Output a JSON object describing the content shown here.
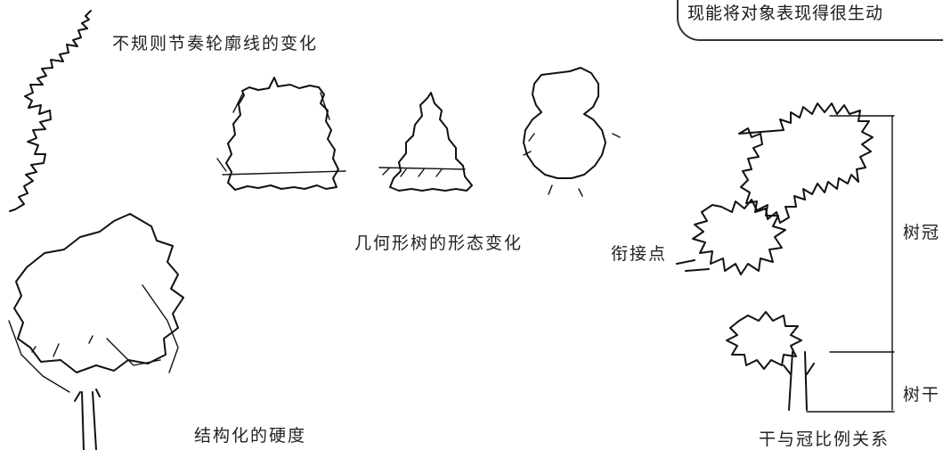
{
  "note": {
    "text": "现能将对象表现得很生动"
  },
  "labels": {
    "irregular_rhythm": "不规则节奏轮廓线的变化",
    "geometric_forms": "几何形树的形态变化",
    "structured_hardness": "结构化的硬度",
    "junction_point": "衔接点",
    "crown": "树冠",
    "trunk": "树干",
    "trunk_crown_ratio": "干与冠比例关系"
  }
}
